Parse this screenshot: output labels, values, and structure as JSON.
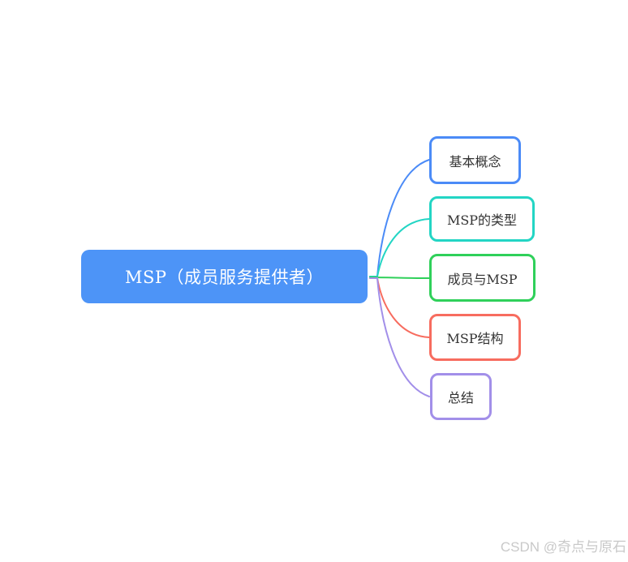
{
  "canvas": {
    "background": "#ffffff"
  },
  "mindmap": {
    "root": {
      "label": "MSP（成员服务提供者）",
      "bg_color": "#4d94f7",
      "text_color": "#ffffff"
    },
    "branches": [
      {
        "label": "基本概念",
        "color": "#4b8bf7"
      },
      {
        "label": "MSP的类型",
        "color": "#23d5c4"
      },
      {
        "label": "成员与MSP",
        "color": "#2fd05a"
      },
      {
        "label": "MSP结构",
        "color": "#f76c5f"
      },
      {
        "label": "总结",
        "color": "#a28fe9"
      }
    ]
  },
  "watermark": {
    "text": "CSDN @奇点与原石",
    "color": "#c9c9c9"
  }
}
